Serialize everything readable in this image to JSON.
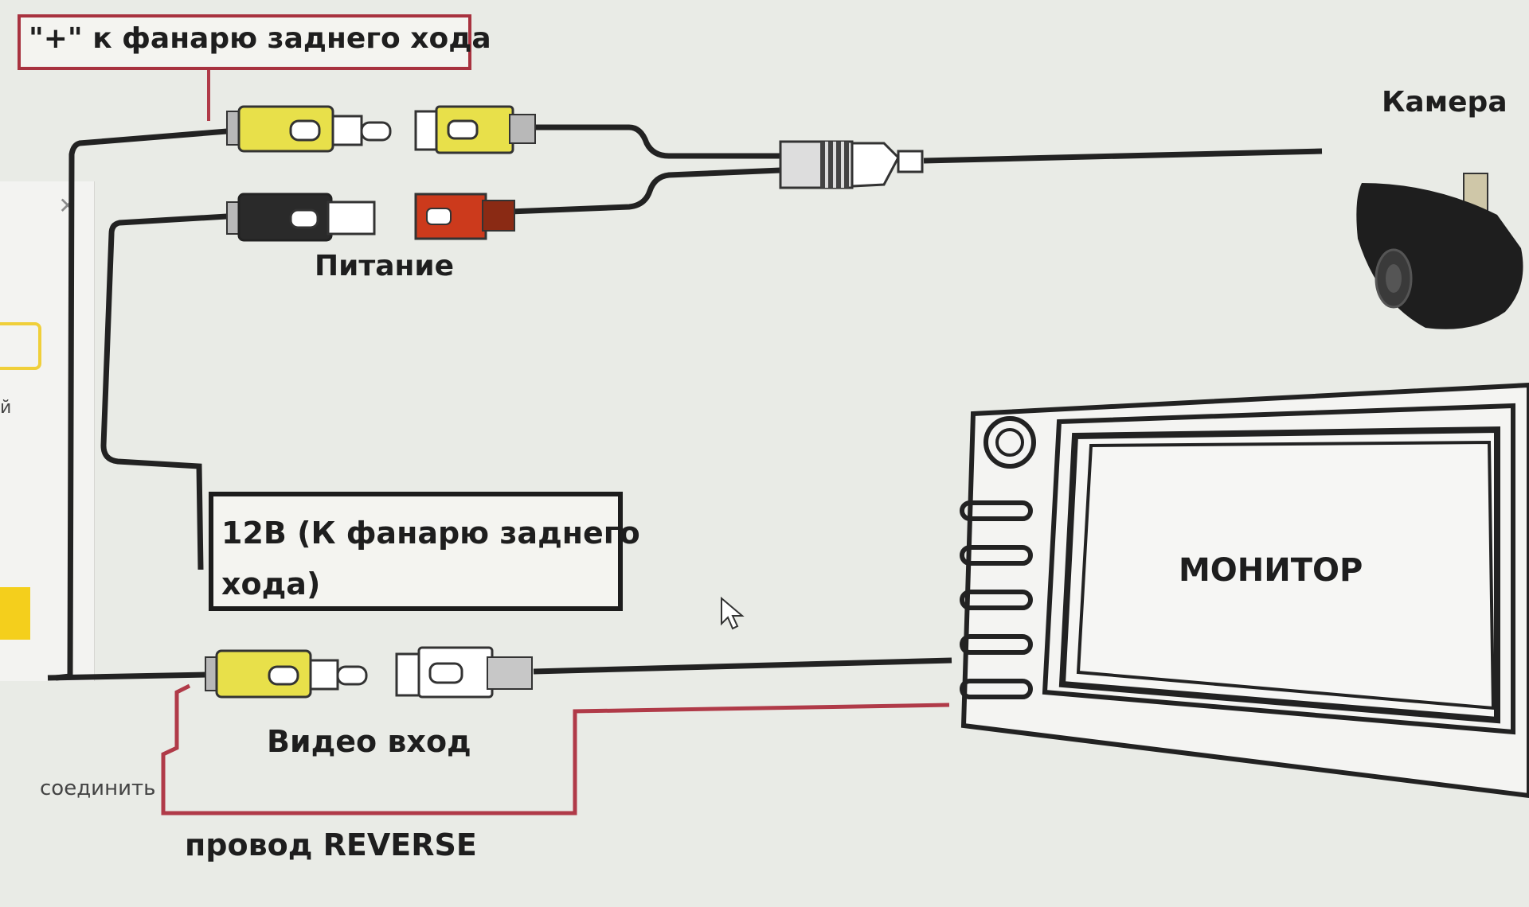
{
  "labels": {
    "plus_to_reverse_light": "\"+\" к фанарю заднего хода",
    "camera": "Камера",
    "power": "Питание",
    "twelve_volt_line1": "12В (К фанарю заднего",
    "twelve_volt_line2": "хода)",
    "monitor": "МОНИТОР",
    "video_input": "Видео вход",
    "connect": "соединить",
    "reverse_wire": "провод REVERSE"
  },
  "side_panel": {
    "close_icon": "close-icon",
    "partial_text": "й"
  },
  "colors": {
    "yellow_plug": "#e8e04a",
    "red_plug": "#cc3a1c",
    "black_plug": "#2a2a2a",
    "reverse_wire": "#b03a48",
    "cable": "#222222",
    "label_box_red": "#a8323f"
  }
}
